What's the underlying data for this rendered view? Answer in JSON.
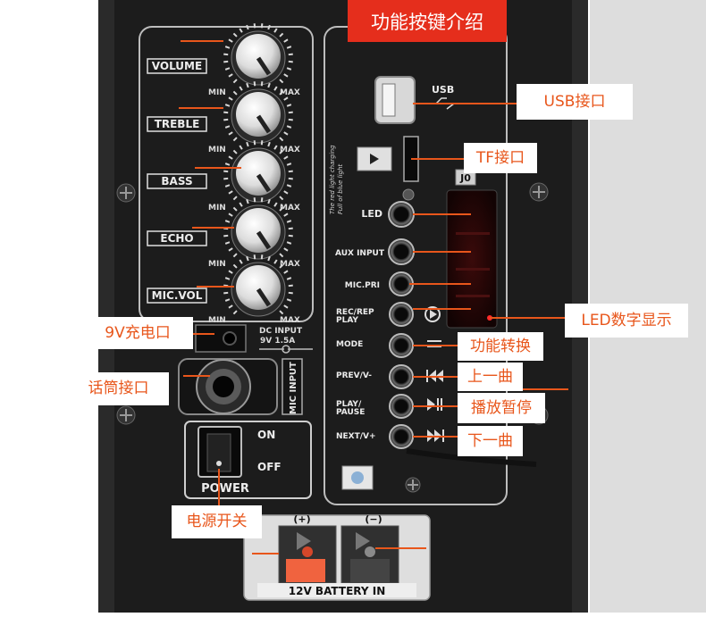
{
  "title": "功能按键介绍",
  "callouts": {
    "usb": "USB接口",
    "tf": "TF接口",
    "led_display": "LED数字显示",
    "mode": "功能转换",
    "prev": "上一曲",
    "play": "播放暂停",
    "next": "下一曲",
    "dc9v": "9V充电口",
    "mic": "话筒接口",
    "power": "电源开关"
  },
  "panel_labels": {
    "volume": "VOLUME",
    "treble": "TREBLE",
    "bass": "BASS",
    "echo": "ECHO",
    "mic_vol": "MIC.VOL",
    "min": "MIN",
    "max": "MAX",
    "usb": "USB",
    "led": "LED",
    "aux_input": "AUX INPUT",
    "mic_pri": "MIC.PRI",
    "rec_rep": "REC/REP",
    "play_word": "PLAY",
    "mode": "MODE",
    "prev_v": "PREV/V-",
    "play_l1": "PLAY/",
    "play_l2": "PAUSE",
    "next_v": "NEXT/V+",
    "dc_input": "DC INPUT",
    "dc_spec": "9V  1.5A",
    "mic_input": "MIC INPUT",
    "on": "ON",
    "off": "OFF",
    "power": "POWER",
    "plus": "(+)",
    "minus": "(−)",
    "battery": "12V BATTERY IN",
    "charging_1": "The red light charging",
    "charging_2": "Full of blue light",
    "display_code": "J0"
  },
  "colors": {
    "accent": "#e8561b",
    "banner": "#e52e1c",
    "panel": "#1e1e1e",
    "led_red": "#c81e1e"
  }
}
